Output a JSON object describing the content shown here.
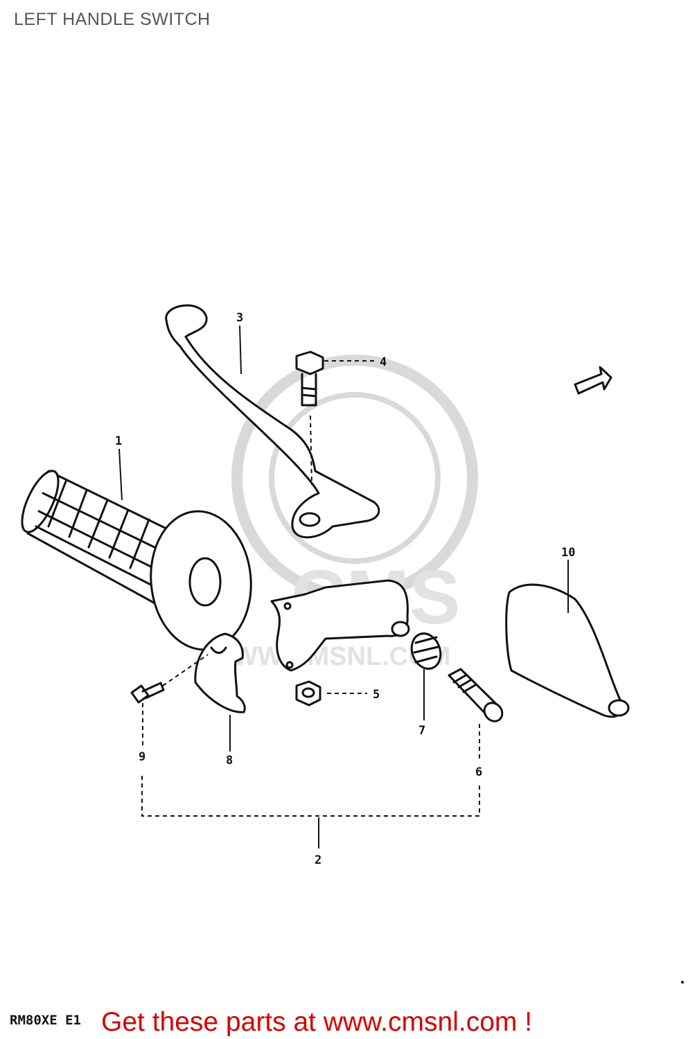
{
  "page": {
    "title": "LEFT HANDLE SWITCH"
  },
  "diagram": {
    "parts": [
      {
        "ref": "1",
        "label": "1"
      },
      {
        "ref": "2",
        "label": "2"
      },
      {
        "ref": "3",
        "label": "3"
      },
      {
        "ref": "4",
        "label": "4"
      },
      {
        "ref": "5",
        "label": "5"
      },
      {
        "ref": "6",
        "label": "6"
      },
      {
        "ref": "7",
        "label": "7"
      },
      {
        "ref": "8",
        "label": "8"
      },
      {
        "ref": "9",
        "label": "9"
      },
      {
        "ref": "10",
        "label": "10"
      }
    ],
    "watermark": {
      "brand": "CMS",
      "url": "WWW.CMSNL.COM"
    }
  },
  "footer": {
    "model_code": "RM80XE E1",
    "promo_text": "Get these parts at www.cmsnl.com !"
  },
  "colors": {
    "line": "#111111",
    "watermark": "#d9d9d9",
    "promo": "#d60000",
    "title": "#555555"
  }
}
